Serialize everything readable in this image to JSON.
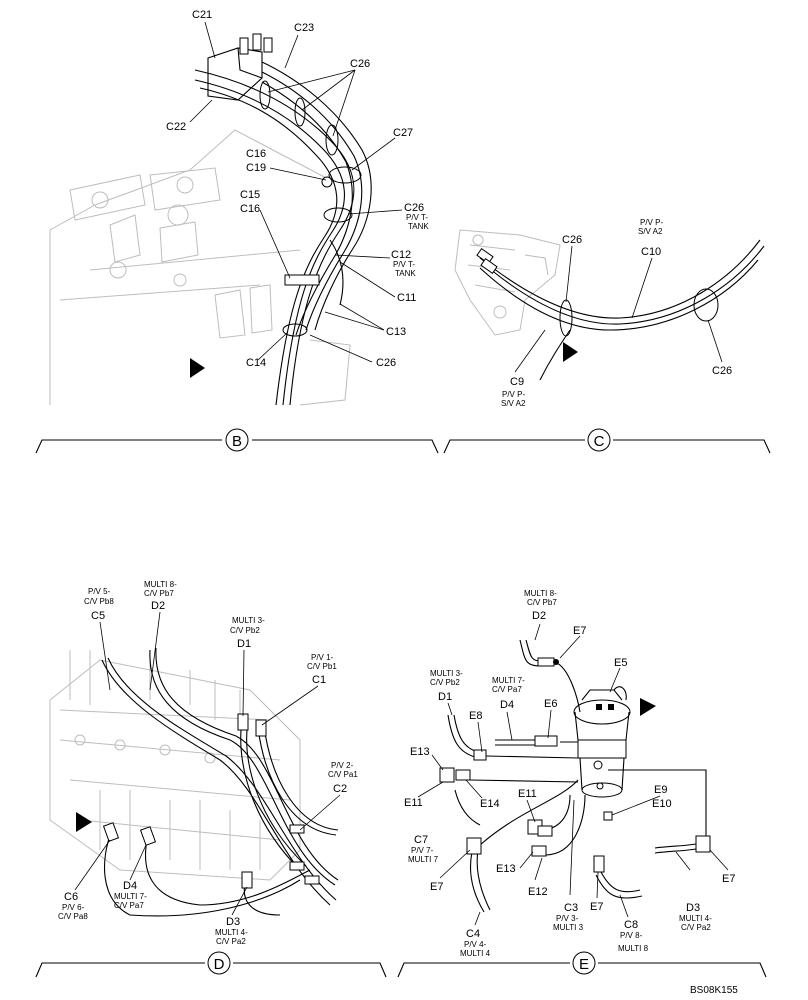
{
  "reference": "BS08K155",
  "panels": [
    {
      "id": "B",
      "labels": [
        {
          "key": "c21",
          "text": "C21"
        },
        {
          "key": "c23",
          "text": "C23"
        },
        {
          "key": "c26a",
          "text": "C26"
        },
        {
          "key": "c22",
          "text": "C22"
        },
        {
          "key": "c27",
          "text": "C27"
        },
        {
          "key": "c16a",
          "text": "C16"
        },
        {
          "key": "c19",
          "text": "C19"
        },
        {
          "key": "c15",
          "text": "C15"
        },
        {
          "key": "c16b",
          "text": "C16"
        },
        {
          "key": "c26b",
          "text": "C26"
        },
        {
          "key": "c26b_sub1",
          "text": "P/V T-"
        },
        {
          "key": "c26b_sub2",
          "text": "TANK"
        },
        {
          "key": "c12",
          "text": "C12"
        },
        {
          "key": "c12_sub1",
          "text": "P/V T-"
        },
        {
          "key": "c12_sub2",
          "text": "TANK"
        },
        {
          "key": "c11",
          "text": "C11"
        },
        {
          "key": "c13",
          "text": "C13"
        },
        {
          "key": "c14",
          "text": "C14"
        },
        {
          "key": "c26c",
          "text": "C26"
        }
      ]
    },
    {
      "id": "C",
      "labels": [
        {
          "key": "c10_sub1",
          "text": "P/V P-"
        },
        {
          "key": "c10_sub2",
          "text": "S/V A2"
        },
        {
          "key": "c10",
          "text": "C10"
        },
        {
          "key": "c26a",
          "text": "C26"
        },
        {
          "key": "c26b",
          "text": "C26"
        },
        {
          "key": "c9",
          "text": "C9"
        },
        {
          "key": "c9_sub1",
          "text": "P/V P-"
        },
        {
          "key": "c9_sub2",
          "text": "S/V A2"
        }
      ]
    },
    {
      "id": "D",
      "labels": [
        {
          "key": "c5_sub1",
          "text": "P/V 5-"
        },
        {
          "key": "c5_sub2",
          "text": "C/V Pb8"
        },
        {
          "key": "c5",
          "text": "C5"
        },
        {
          "key": "d2_sub1",
          "text": "MULTI 8-"
        },
        {
          "key": "d2_sub2",
          "text": "C/V Pb7"
        },
        {
          "key": "d2",
          "text": "D2"
        },
        {
          "key": "d1_sub1",
          "text": "MULTI 3-"
        },
        {
          "key": "d1_sub2",
          "text": "C/V Pb2"
        },
        {
          "key": "d1",
          "text": "D1"
        },
        {
          "key": "c1_sub1",
          "text": "P/V 1-"
        },
        {
          "key": "c1_sub2",
          "text": "C/V Pb1"
        },
        {
          "key": "c1",
          "text": "C1"
        },
        {
          "key": "c2_sub1",
          "text": "P/V 2-"
        },
        {
          "key": "c2_sub2",
          "text": "C/V Pa1"
        },
        {
          "key": "c2",
          "text": "C2"
        },
        {
          "key": "c6",
          "text": "C6"
        },
        {
          "key": "c6_sub1",
          "text": "P/V 6-"
        },
        {
          "key": "c6_sub2",
          "text": "C/V Pa8"
        },
        {
          "key": "d4",
          "text": "D4"
        },
        {
          "key": "d4_sub1",
          "text": "MULTI 7-"
        },
        {
          "key": "d4_sub2",
          "text": "C/V Pa7"
        },
        {
          "key": "d3",
          "text": "D3"
        },
        {
          "key": "d3_sub1",
          "text": "MULTI 4-"
        },
        {
          "key": "d3_sub2",
          "text": "C/V Pa2"
        }
      ]
    },
    {
      "id": "E",
      "labels": [
        {
          "key": "d2_sub1",
          "text": "MULTI 8-"
        },
        {
          "key": "d2_sub2",
          "text": "C/V Pb7"
        },
        {
          "key": "d2",
          "text": "D2"
        },
        {
          "key": "e7a",
          "text": "E7"
        },
        {
          "key": "e5",
          "text": "E5"
        },
        {
          "key": "d1_sub1",
          "text": "MULTI 3-"
        },
        {
          "key": "d1_sub2",
          "text": "C/V Pb2"
        },
        {
          "key": "d1",
          "text": "D1"
        },
        {
          "key": "d4_sub1",
          "text": "MULTI 7-"
        },
        {
          "key": "d4_sub2",
          "text": "C/V Pa7"
        },
        {
          "key": "d4",
          "text": "D4"
        },
        {
          "key": "e8",
          "text": "E8"
        },
        {
          "key": "e6",
          "text": "E6"
        },
        {
          "key": "e13a",
          "text": "E13"
        },
        {
          "key": "e11a",
          "text": "E11"
        },
        {
          "key": "e14",
          "text": "E14"
        },
        {
          "key": "e9",
          "text": "E9"
        },
        {
          "key": "e10",
          "text": "E10"
        },
        {
          "key": "c7",
          "text": "C7"
        },
        {
          "key": "c7_sub1",
          "text": "P/V 7-"
        },
        {
          "key": "c7_sub2",
          "text": "MULTI 7"
        },
        {
          "key": "e11b",
          "text": "E11"
        },
        {
          "key": "e13b",
          "text": "E13"
        },
        {
          "key": "e12",
          "text": "E12"
        },
        {
          "key": "e7b",
          "text": "E7"
        },
        {
          "key": "e7c",
          "text": "E7"
        },
        {
          "key": "e7d",
          "text": "E7"
        },
        {
          "key": "c3",
          "text": "C3"
        },
        {
          "key": "c3_sub1",
          "text": "P/V 3-"
        },
        {
          "key": "c3_sub2",
          "text": "MULTI 3"
        },
        {
          "key": "c8",
          "text": "C8"
        },
        {
          "key": "c8_sub1",
          "text": "P/V 8-"
        },
        {
          "key": "c8_sub2",
          "text": "MULTI 8"
        },
        {
          "key": "d3",
          "text": "D3"
        },
        {
          "key": "d3_sub1",
          "text": "MULTI 4-"
        },
        {
          "key": "d3_sub2",
          "text": "C/V Pa2"
        },
        {
          "key": "c4",
          "text": "C4"
        },
        {
          "key": "c4_sub1",
          "text": "P/V 4-"
        },
        {
          "key": "c4_sub2",
          "text": "MULTI 4"
        }
      ]
    }
  ]
}
